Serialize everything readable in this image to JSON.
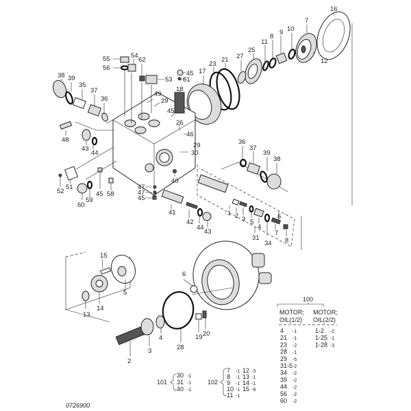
{
  "figure_id": "0726900",
  "labels": {
    "l16": "16",
    "l7": "7",
    "l10": "10",
    "l9": "9",
    "l8": "8",
    "l11": "11",
    "l25": "25",
    "l27": "27",
    "l21": "21",
    "l23": "23",
    "l17": "17",
    "l12": "12",
    "l55": "55",
    "l56": "56",
    "l54": "54",
    "l62": "62",
    "l53": "53",
    "l45a": "45",
    "l61": "61",
    "l49": "49",
    "l29a": "29",
    "l18": "18",
    "l45b": "45",
    "l26": "26",
    "l46": "46",
    "l29b": "29",
    "l30": "30",
    "l38a": "38",
    "l39a": "39",
    "l35": "35",
    "l37a": "37",
    "l36a": "36",
    "l48": "48",
    "l43a": "43",
    "l44a": "44",
    "l52": "52",
    "l51": "51",
    "l60": "60",
    "l59": "59",
    "l45c": "45",
    "l58": "58",
    "l47a": "47",
    "l47b": "47",
    "l45d": "45",
    "l40": "40",
    "l41": "41",
    "l42": "42",
    "l44b": "44",
    "l43b": "43",
    "l36b": "36",
    "l37b": "37",
    "l39b": "39",
    "l38b": "38",
    "l1": "1",
    "l2a": "2",
    "l3a": "3",
    "l5a": "5",
    "l4a": "4",
    "l6a": "6",
    "l7b": "7",
    "l8b": "8",
    "l31": "31",
    "l34": "34",
    "l15": "15",
    "l5b": "5",
    "l14": "14",
    "l13": "13",
    "l6b": "6",
    "l2b": "2",
    "l3b": "3",
    "l4b": "4",
    "l28": "28",
    "l19": "19",
    "l20": "20"
  },
  "kit_table": {
    "title": "100",
    "col1_header": [
      "MOTOR;",
      "OIL(1/2)"
    ],
    "col2_header": [
      "MOTOR;",
      "OIL(2/2)"
    ],
    "col1_rows": [
      {
        "part": "4",
        "qty": "-1"
      },
      {
        "part": "21",
        "qty": "-1"
      },
      {
        "part": "23",
        "qty": "-2"
      },
      {
        "part": "28",
        "qty": "-1"
      },
      {
        "part": "29",
        "qty": "-5"
      },
      {
        "part": "31-5",
        "qty": "-2"
      },
      {
        "part": "34",
        "qty": "-2"
      },
      {
        "part": "39",
        "qty": "-2"
      },
      {
        "part": "44",
        "qty": "-2"
      },
      {
        "part": "56",
        "qty": "-2"
      },
      {
        "part": "60",
        "qty": "-2"
      }
    ],
    "col2_rows": [
      {
        "part": "1-2",
        "qty": "-2"
      },
      {
        "part": "1-25",
        "qty": "-1"
      },
      {
        "part": "1-28",
        "qty": "-3"
      }
    ]
  },
  "kit_101": {
    "title": "101",
    "items": [
      {
        "part": "30",
        "qty": "-1"
      },
      {
        "part": "31",
        "qty": "-1"
      },
      {
        "part": "40",
        "qty": "-1"
      }
    ]
  },
  "kit_102": {
    "title": "102",
    "col1": [
      {
        "part": "7",
        "qty": "-1"
      },
      {
        "part": "8",
        "qty": "-1"
      },
      {
        "part": "9",
        "qty": "-1"
      },
      {
        "part": "10",
        "qty": "-1"
      },
      {
        "part": "11",
        "qty": "-1"
      }
    ],
    "col2": [
      {
        "part": "12",
        "qty": "-3"
      },
      {
        "part": "13",
        "qty": "-1"
      },
      {
        "part": "14",
        "qty": "-1"
      },
      {
        "part": "15",
        "qty": "-9"
      }
    ]
  }
}
